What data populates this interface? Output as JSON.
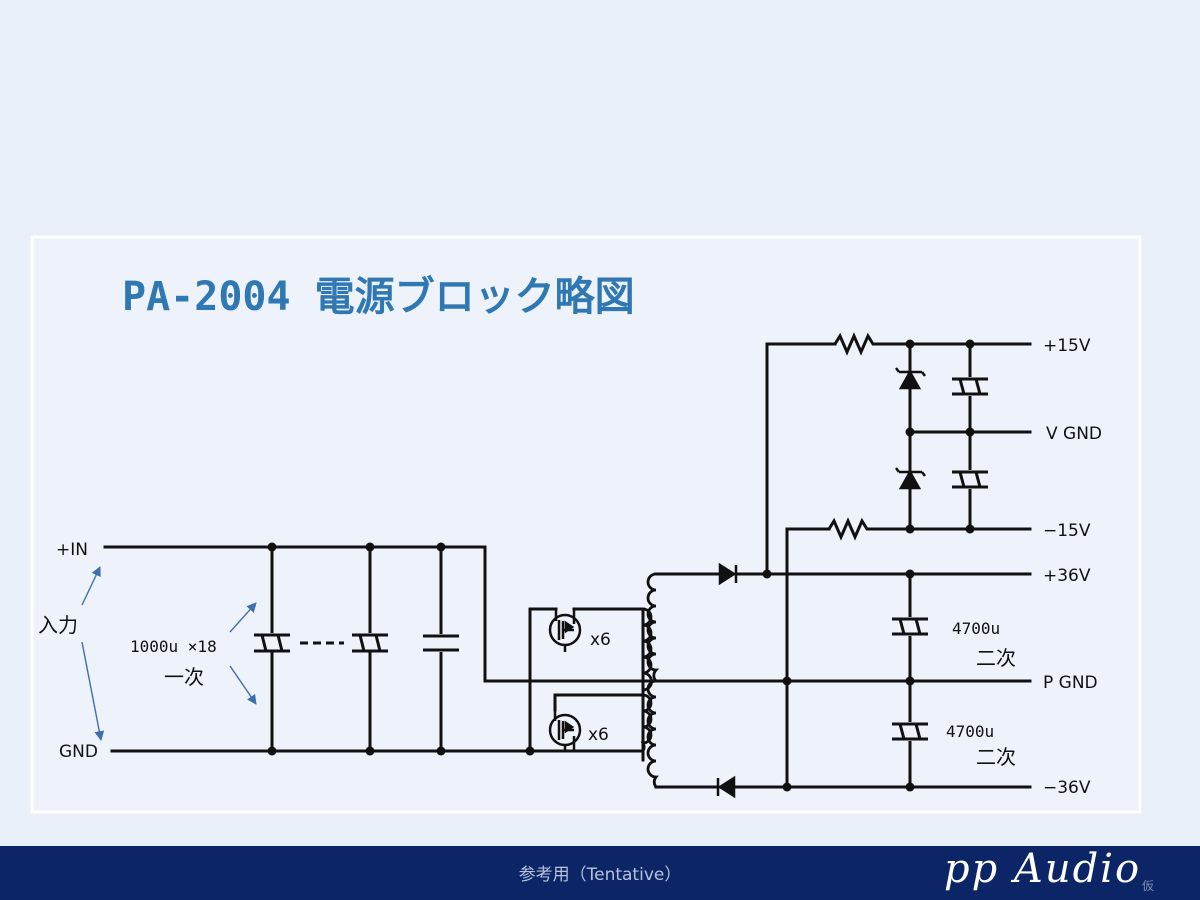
{
  "diagram": {
    "title": "PA-2004 電源ブロック略図",
    "input": {
      "plus_label": "+IN",
      "gnd_label": "GND",
      "caption": "入力",
      "cap_bank_label": "1000u ×18",
      "cap_bank_sub": "一次"
    },
    "fet_upper_count": "x6",
    "fet_lower_count": "x6",
    "outputs": {
      "p15": "+15V",
      "vgnd": "V GND",
      "m15": "−15V",
      "p36": "+36V",
      "pgnd": "P GND",
      "m36": "−36V"
    },
    "secondary": {
      "cap_upper_value": "4700u",
      "cap_upper_sub": "二次",
      "cap_lower_value": "4700u",
      "cap_lower_sub": "二次"
    }
  },
  "footer": {
    "caption": "参考用（Tentative）",
    "brand": "pp Audio",
    "brand_sub": "仮"
  },
  "colors": {
    "background": "#eaf0f9",
    "panel": "#edf2fb",
    "title": "#2f78b4",
    "wire": "#111111",
    "arrow": "#3d6fb0",
    "footer": "#0b2566"
  }
}
